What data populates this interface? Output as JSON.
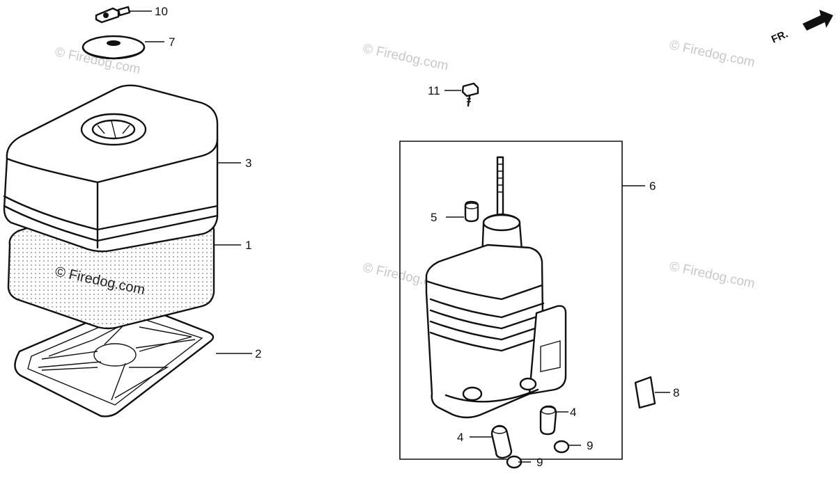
{
  "callouts": {
    "c1": "1",
    "c2": "2",
    "c3": "3",
    "c4a": "4",
    "c4b": "4",
    "c5": "5",
    "c6": "6",
    "c7": "7",
    "c8": "8",
    "c9a": "9",
    "c9b": "9",
    "c10": "10",
    "c11": "11"
  },
  "direction_label": "FR.",
  "watermark": "© Firedog.com"
}
